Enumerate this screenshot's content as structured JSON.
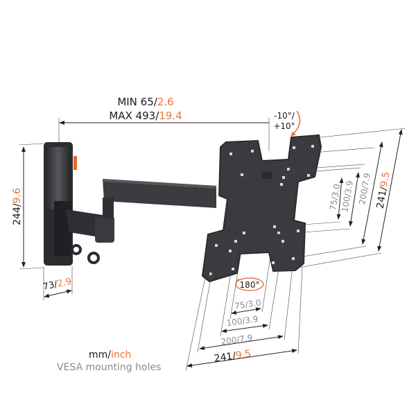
{
  "colors": {
    "mm": "#1a1a1a",
    "inch": "#e8763a",
    "secondary": "#8a8a8a",
    "product": "#3a3b3e"
  },
  "depth_range": {
    "min_label": "MIN 65/",
    "min_inch": "2.6",
    "max_label": "MAX 493/",
    "max_inch": "19.4"
  },
  "tilt": {
    "line1": "-10°/",
    "line2": "+10°"
  },
  "wall_plate": {
    "height_mm": "244/",
    "height_inch": "9.6",
    "depth_mm": "73/",
    "depth_inch": "2.9"
  },
  "rotation": {
    "label": "180°"
  },
  "vesa_vertical": [
    {
      "label": "75/3.0"
    },
    {
      "label": "100/3.9"
    },
    {
      "label": "200/7.9"
    },
    {
      "mm": "241/",
      "inch": "9.5"
    }
  ],
  "vesa_horizontal": [
    {
      "label": "75/3.0"
    },
    {
      "label": "100/3.9"
    },
    {
      "label": "200/7.9"
    },
    {
      "mm": "241/",
      "inch": "9.5"
    }
  ],
  "legend": {
    "mm": "mm/",
    "inch": "inch",
    "caption": "VESA mounting holes"
  }
}
